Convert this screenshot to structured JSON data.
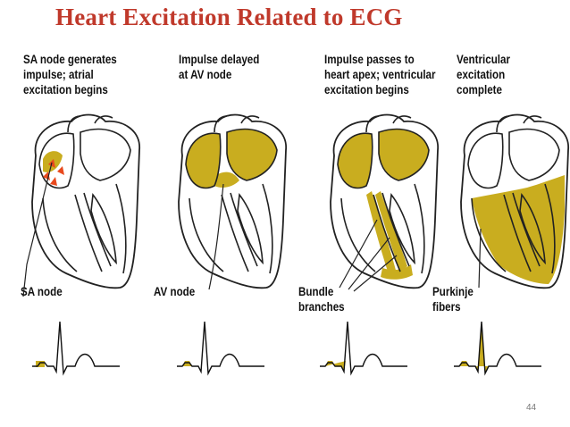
{
  "slide": {
    "title": "Heart Excitation Related to ECG",
    "page_number": "44"
  },
  "colors": {
    "title": "#c0392b",
    "excitation_fill": "#c9ad1f",
    "impulse_arrows": "#e8491d",
    "outline": "#222222"
  },
  "stages": [
    {
      "caption": "SA node generates\nimpulse; atrial\nexcitation begins",
      "node_label": "SA node"
    },
    {
      "caption": "Impulse delayed\nat AV node",
      "node_label": "AV node"
    },
    {
      "caption": "Impulse passes to\nheart apex; ventricular\nexcitation begins",
      "node_label": "Bundle\nbranches"
    },
    {
      "caption": "Ventricular excitation\ncomplete",
      "node_label": "Purkinje\nfibers"
    }
  ]
}
